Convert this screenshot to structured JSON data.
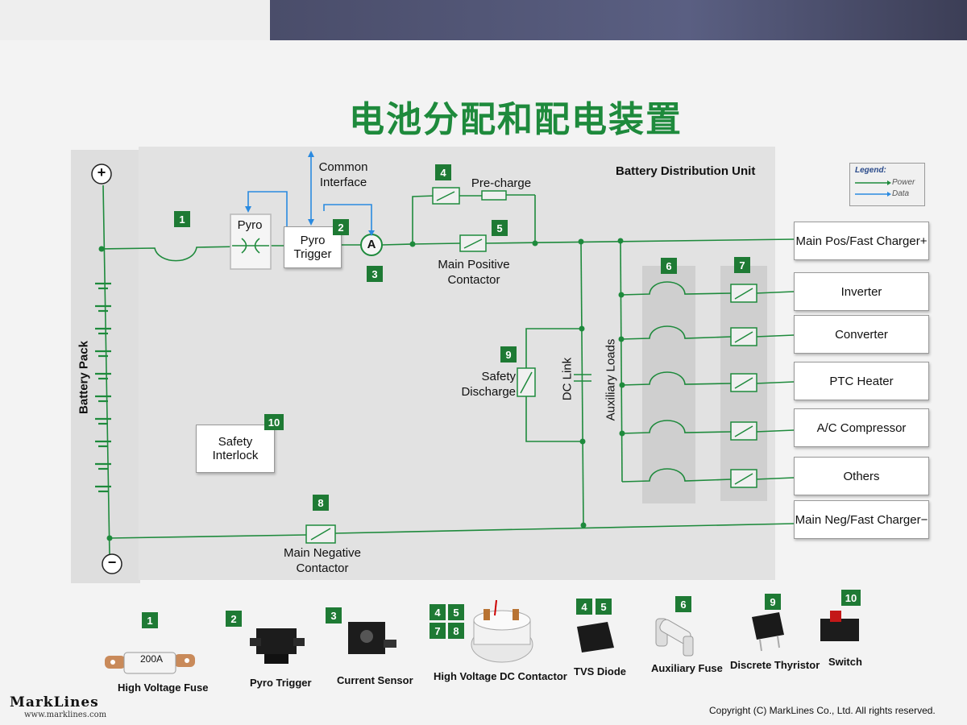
{
  "title": "电池分配和配电装置",
  "bdu_title": "Battery Distribution Unit",
  "legend": {
    "title": "Legend:",
    "power": "Power",
    "data": "Data",
    "power_color": "#1e8a3c",
    "data_color": "#2a8ae0"
  },
  "accent_color": "#1e7a34",
  "labels": {
    "battery_pack": "Battery Pack",
    "pyro": "Pyro",
    "pyro_trigger": "Pyro\nTrigger",
    "common_interface": "Common\nInterface",
    "ammeter": "A",
    "pre_charge": "Pre-charge",
    "main_positive_contactor": "Main Positive\nContactor",
    "safety_discharge": "Safety\nDischarge",
    "dc_link": "DC Link",
    "auxiliary_loads": "Auxiliary Loads",
    "safety_interlock": "Safety\nInterlock",
    "main_negative_contactor": "Main Negative\nContactor",
    "plus": "+",
    "minus": "−"
  },
  "badges": {
    "b1": "1",
    "b2": "2",
    "b3": "3",
    "b4": "4",
    "b5": "5",
    "b6": "6",
    "b7": "7",
    "b8": "8",
    "b9": "9",
    "b10": "10"
  },
  "outputs": {
    "main_pos": "Main Pos/Fast Charger+",
    "inverter": "Inverter",
    "converter": "Converter",
    "ptc_heater": "PTC Heater",
    "ac_compressor": "A/C Compressor",
    "others": "Others",
    "main_neg": "Main Neg/Fast Charger−"
  },
  "components": {
    "fuse": {
      "num": "1",
      "label": "High Voltage Fuse",
      "marking": "200A"
    },
    "pyro_trigger": {
      "num": "2",
      "label": "Pyro Trigger"
    },
    "current_sensor": {
      "num": "3",
      "label": "Current Sensor"
    },
    "contactor": {
      "nums": [
        "4",
        "5",
        "7",
        "8"
      ],
      "label": "High Voltage DC Contactor"
    },
    "tvs": {
      "nums": [
        "4",
        "5"
      ],
      "label": "TVS Diode"
    },
    "aux_fuse": {
      "num": "6",
      "label": "Auxiliary Fuse"
    },
    "thyristor": {
      "num": "9",
      "label": "Discrete Thyristor"
    },
    "switch": {
      "num": "10",
      "label": "Switch"
    }
  },
  "footer": {
    "brand": "MarkLines",
    "url": "www.marklines.com",
    "copyright": "Copyright (C) MarkLines Co., Ltd. All rights reserved."
  }
}
